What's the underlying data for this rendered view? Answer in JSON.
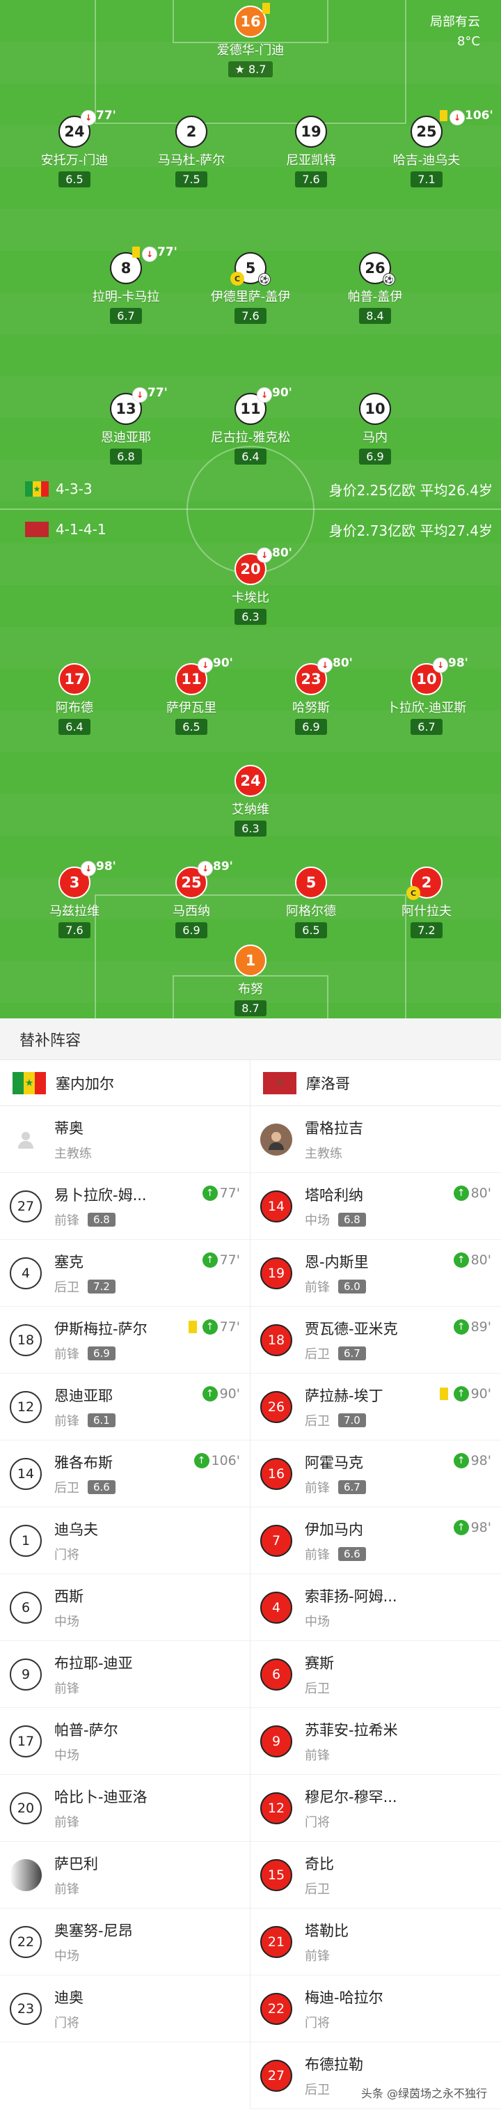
{
  "weather": {
    "condition": "局部有云",
    "temp": "8°C"
  },
  "senegal": {
    "formation": "4-3-3",
    "summary": "身价2.25亿欧  平均26.4岁",
    "players": [
      {
        "num": "16",
        "name": "爱德华-门迪",
        "rating": "8.7"
      },
      {
        "num": "24",
        "name": "安托万-门迪",
        "rating": "6.5",
        "sub": "77'"
      },
      {
        "num": "2",
        "name": "马马杜-萨尔",
        "rating": "7.5"
      },
      {
        "num": "19",
        "name": "尼亚凯特",
        "rating": "7.6"
      },
      {
        "num": "25",
        "name": "哈吉-迪乌夫",
        "rating": "7.1",
        "sub": "106'"
      },
      {
        "num": "8",
        "name": "拉明-卡马拉",
        "rating": "6.7",
        "sub": "77'"
      },
      {
        "num": "5",
        "name": "伊德里萨-盖伊",
        "rating": "7.6"
      },
      {
        "num": "26",
        "name": "帕普-盖伊",
        "rating": "8.4"
      },
      {
        "num": "13",
        "name": "恩迪亚耶",
        "rating": "6.8",
        "sub": "77'"
      },
      {
        "num": "11",
        "name": "尼古拉-雅克松",
        "rating": "6.4",
        "sub": "90'"
      },
      {
        "num": "10",
        "name": "马内",
        "rating": "6.9"
      }
    ]
  },
  "morocco": {
    "formation": "4-1-4-1",
    "summary": "身价2.73亿欧  平均27.4岁",
    "players": [
      {
        "num": "20",
        "name": "卡埃比",
        "rating": "6.3",
        "sub": "80'"
      },
      {
        "num": "17",
        "name": "阿布德",
        "rating": "6.4"
      },
      {
        "num": "11",
        "name": "萨伊瓦里",
        "rating": "6.5",
        "sub": "90'"
      },
      {
        "num": "23",
        "name": "哈努斯",
        "rating": "6.9",
        "sub": "80'"
      },
      {
        "num": "10",
        "name": "卜拉欣-迪亚斯",
        "rating": "6.7",
        "sub": "98'"
      },
      {
        "num": "24",
        "name": "艾纳维",
        "rating": "6.3"
      },
      {
        "num": "3",
        "name": "马兹拉维",
        "rating": "7.6",
        "sub": "98'"
      },
      {
        "num": "25",
        "name": "马西纳",
        "rating": "6.9",
        "sub": "89'"
      },
      {
        "num": "5",
        "name": "阿格尔德",
        "rating": "6.5"
      },
      {
        "num": "2",
        "name": "阿什拉夫",
        "rating": "7.2"
      },
      {
        "num": "1",
        "name": "布努",
        "rating": "8.7"
      }
    ]
  },
  "subs": {
    "title": "替补阵容",
    "left_team": "塞内加尔",
    "right_team": "摩洛哥",
    "left_coach": {
      "name": "蒂奥",
      "role": "主教练"
    },
    "right_coach": {
      "name": "雷格拉吉",
      "role": "主教练"
    },
    "left": [
      {
        "num": "27",
        "name": "易卜拉欣-姆...",
        "pos": "前锋",
        "rating": "6.8",
        "sub": "77'"
      },
      {
        "num": "4",
        "name": "塞克",
        "pos": "后卫",
        "rating": "7.2",
        "sub": "77'"
      },
      {
        "num": "18",
        "name": "伊斯梅拉-萨尔",
        "pos": "前锋",
        "rating": "6.9",
        "sub": "77'",
        "card": "yellow"
      },
      {
        "num": "12",
        "name": "恩迪亚耶",
        "pos": "前锋",
        "rating": "6.1",
        "sub": "90'"
      },
      {
        "num": "14",
        "name": "雅各布斯",
        "pos": "后卫",
        "rating": "6.6",
        "sub": "106'"
      },
      {
        "num": "1",
        "name": "迪乌夫",
        "pos": "门将"
      },
      {
        "num": "6",
        "name": "西斯",
        "pos": "中场"
      },
      {
        "num": "9",
        "name": "布拉耶-迪亚",
        "pos": "前锋"
      },
      {
        "num": "17",
        "name": "帕普-萨尔",
        "pos": "中场"
      },
      {
        "num": "20",
        "name": "哈比卜-迪亚洛",
        "pos": "前锋"
      },
      {
        "num": "",
        "name": "萨巴利",
        "pos": "前锋"
      },
      {
        "num": "22",
        "name": "奥塞努-尼昂",
        "pos": "中场"
      },
      {
        "num": "23",
        "name": "迪奥",
        "pos": "门将"
      }
    ],
    "right": [
      {
        "num": "14",
        "name": "塔哈利纳",
        "pos": "中场",
        "rating": "6.8",
        "sub": "80'"
      },
      {
        "num": "19",
        "name": "恩-内斯里",
        "pos": "前锋",
        "rating": "6.0",
        "sub": "80'"
      },
      {
        "num": "18",
        "name": "贾瓦德-亚米克",
        "pos": "后卫",
        "rating": "6.7",
        "sub": "89'"
      },
      {
        "num": "26",
        "name": "萨拉赫-埃丁",
        "pos": "后卫",
        "rating": "7.0",
        "sub": "90'",
        "card": "yellow"
      },
      {
        "num": "16",
        "name": "阿霍马克",
        "pos": "前锋",
        "rating": "6.7",
        "sub": "98'"
      },
      {
        "num": "7",
        "name": "伊加马内",
        "pos": "前锋",
        "rating": "6.6",
        "sub": "98'"
      },
      {
        "num": "4",
        "name": "索菲扬-阿姆...",
        "pos": "中场"
      },
      {
        "num": "6",
        "name": "赛斯",
        "pos": "后卫"
      },
      {
        "num": "9",
        "name": "苏菲安-拉希米",
        "pos": "前锋"
      },
      {
        "num": "12",
        "name": "穆尼尔-穆罕...",
        "pos": "门将"
      },
      {
        "num": "15",
        "name": "奇比",
        "pos": "后卫"
      },
      {
        "num": "21",
        "name": "塔勒比",
        "pos": "前锋"
      },
      {
        "num": "22",
        "name": "梅迪-哈拉尔",
        "pos": "门将"
      },
      {
        "num": "27",
        "name": "布德拉勒",
        "pos": "后卫"
      }
    ]
  },
  "watermark": "头条 @绿茵场之永不独行"
}
